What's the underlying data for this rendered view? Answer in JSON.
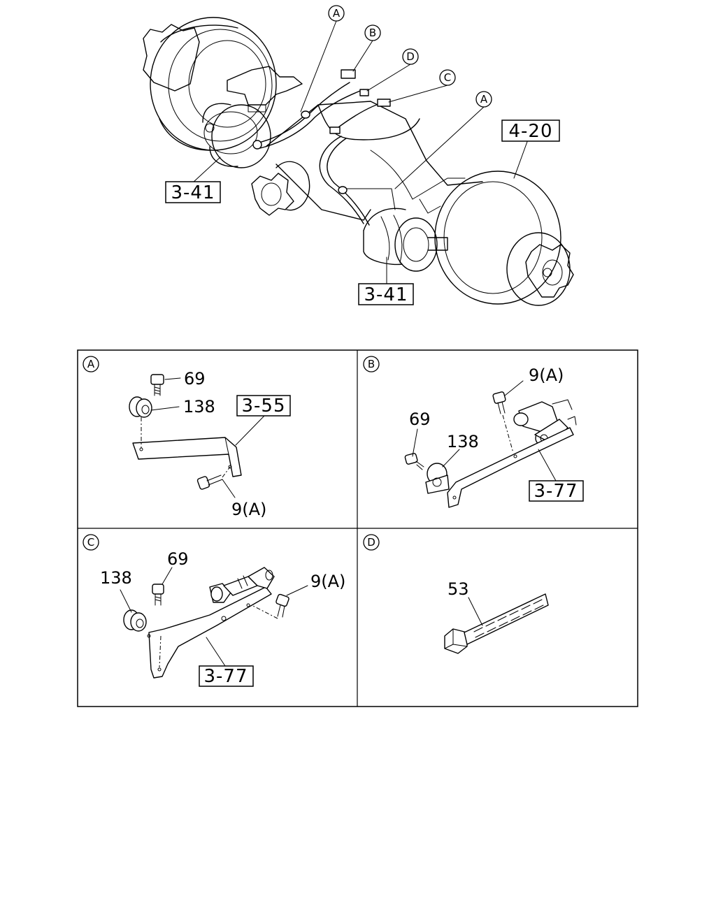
{
  "main_diagram": {
    "callouts": [
      "A",
      "B",
      "D",
      "C",
      "A"
    ],
    "refs": {
      "ref_4_20": "4-20",
      "ref_3_41_upper": "3-41",
      "ref_3_41_lower": "3-41"
    }
  },
  "detail_panels": [
    {
      "letter": "A",
      "labels": {
        "n69": "69",
        "n138": "138",
        "n9a": "9(A)"
      },
      "ref": "3-55"
    },
    {
      "letter": "B",
      "labels": {
        "n9a": "9(A)",
        "n69": "69",
        "n138": "138"
      },
      "ref": "3-77"
    },
    {
      "letter": "C",
      "labels": {
        "n69": "69",
        "n138": "138",
        "n9a": "9(A)"
      },
      "ref": "3-77"
    },
    {
      "letter": "D",
      "labels": {
        "n53": "53"
      }
    }
  ]
}
